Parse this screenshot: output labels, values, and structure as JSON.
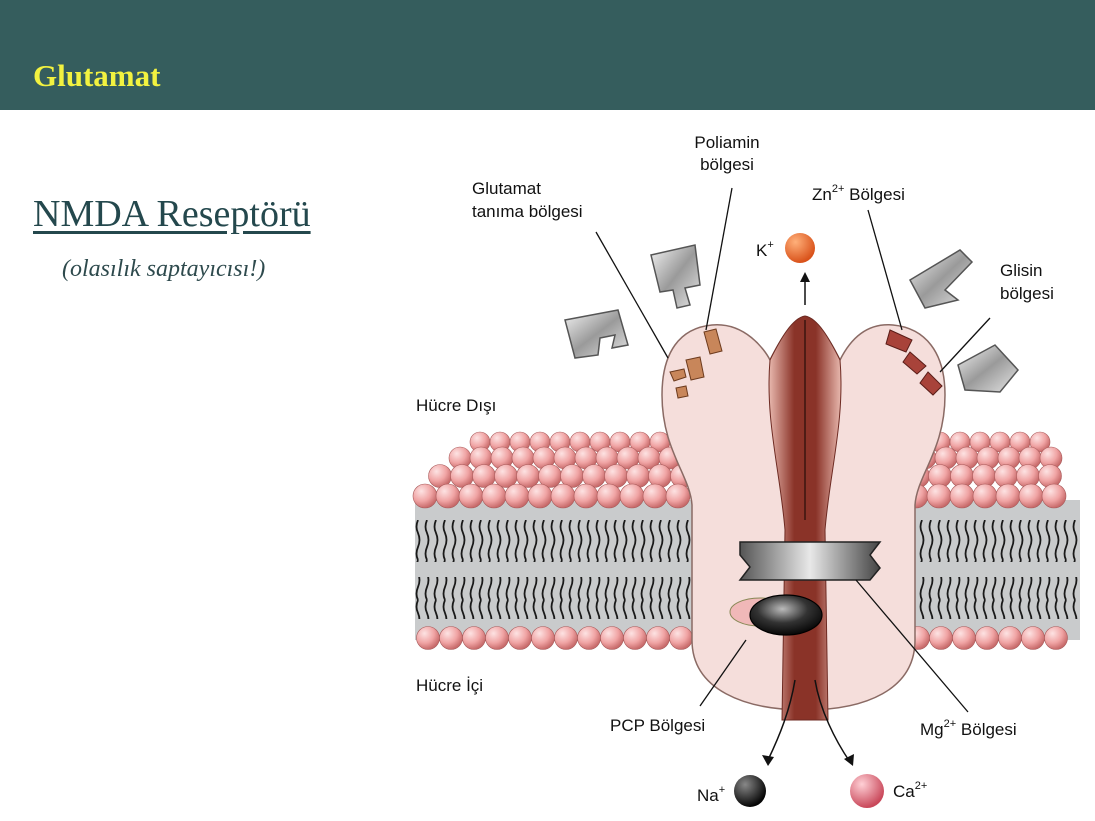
{
  "header": {
    "title": "Glutamat"
  },
  "slide": {
    "subtitle": "NMDA Reseptörü",
    "tagline": "(olasılık saptayıcısı!)"
  },
  "diagram": {
    "labels": {
      "poliamin_1": "Poliamin",
      "poliamin_2": "bölgesi",
      "glutamat_1": "Glutamat",
      "glutamat_2": "tanıma bölgesi",
      "zn": "Zn",
      "zn_sup": "2+",
      "zn_rest": " Bölgesi",
      "k": "K",
      "k_sup": "+",
      "glisin_1": "Glisin",
      "glisin_2": "bölgesi",
      "hucre_disi": "Hücre Dışı",
      "hucre_ici": "Hücre İçi",
      "pcp": "PCP Bölgesi",
      "mg": "Mg",
      "mg_sup": "2+",
      "mg_rest": " Bölgesi",
      "na": "Na",
      "na_sup": "+",
      "ca": "Ca",
      "ca_sup": "2+"
    },
    "colors": {
      "header_bg": "#355d5d",
      "title": "#f2f240",
      "receptor": "#f4dcd9",
      "channel": "#8f3a2e",
      "lipid_head": "#f0a8a8",
      "membrane": "#c9cbcc"
    }
  }
}
